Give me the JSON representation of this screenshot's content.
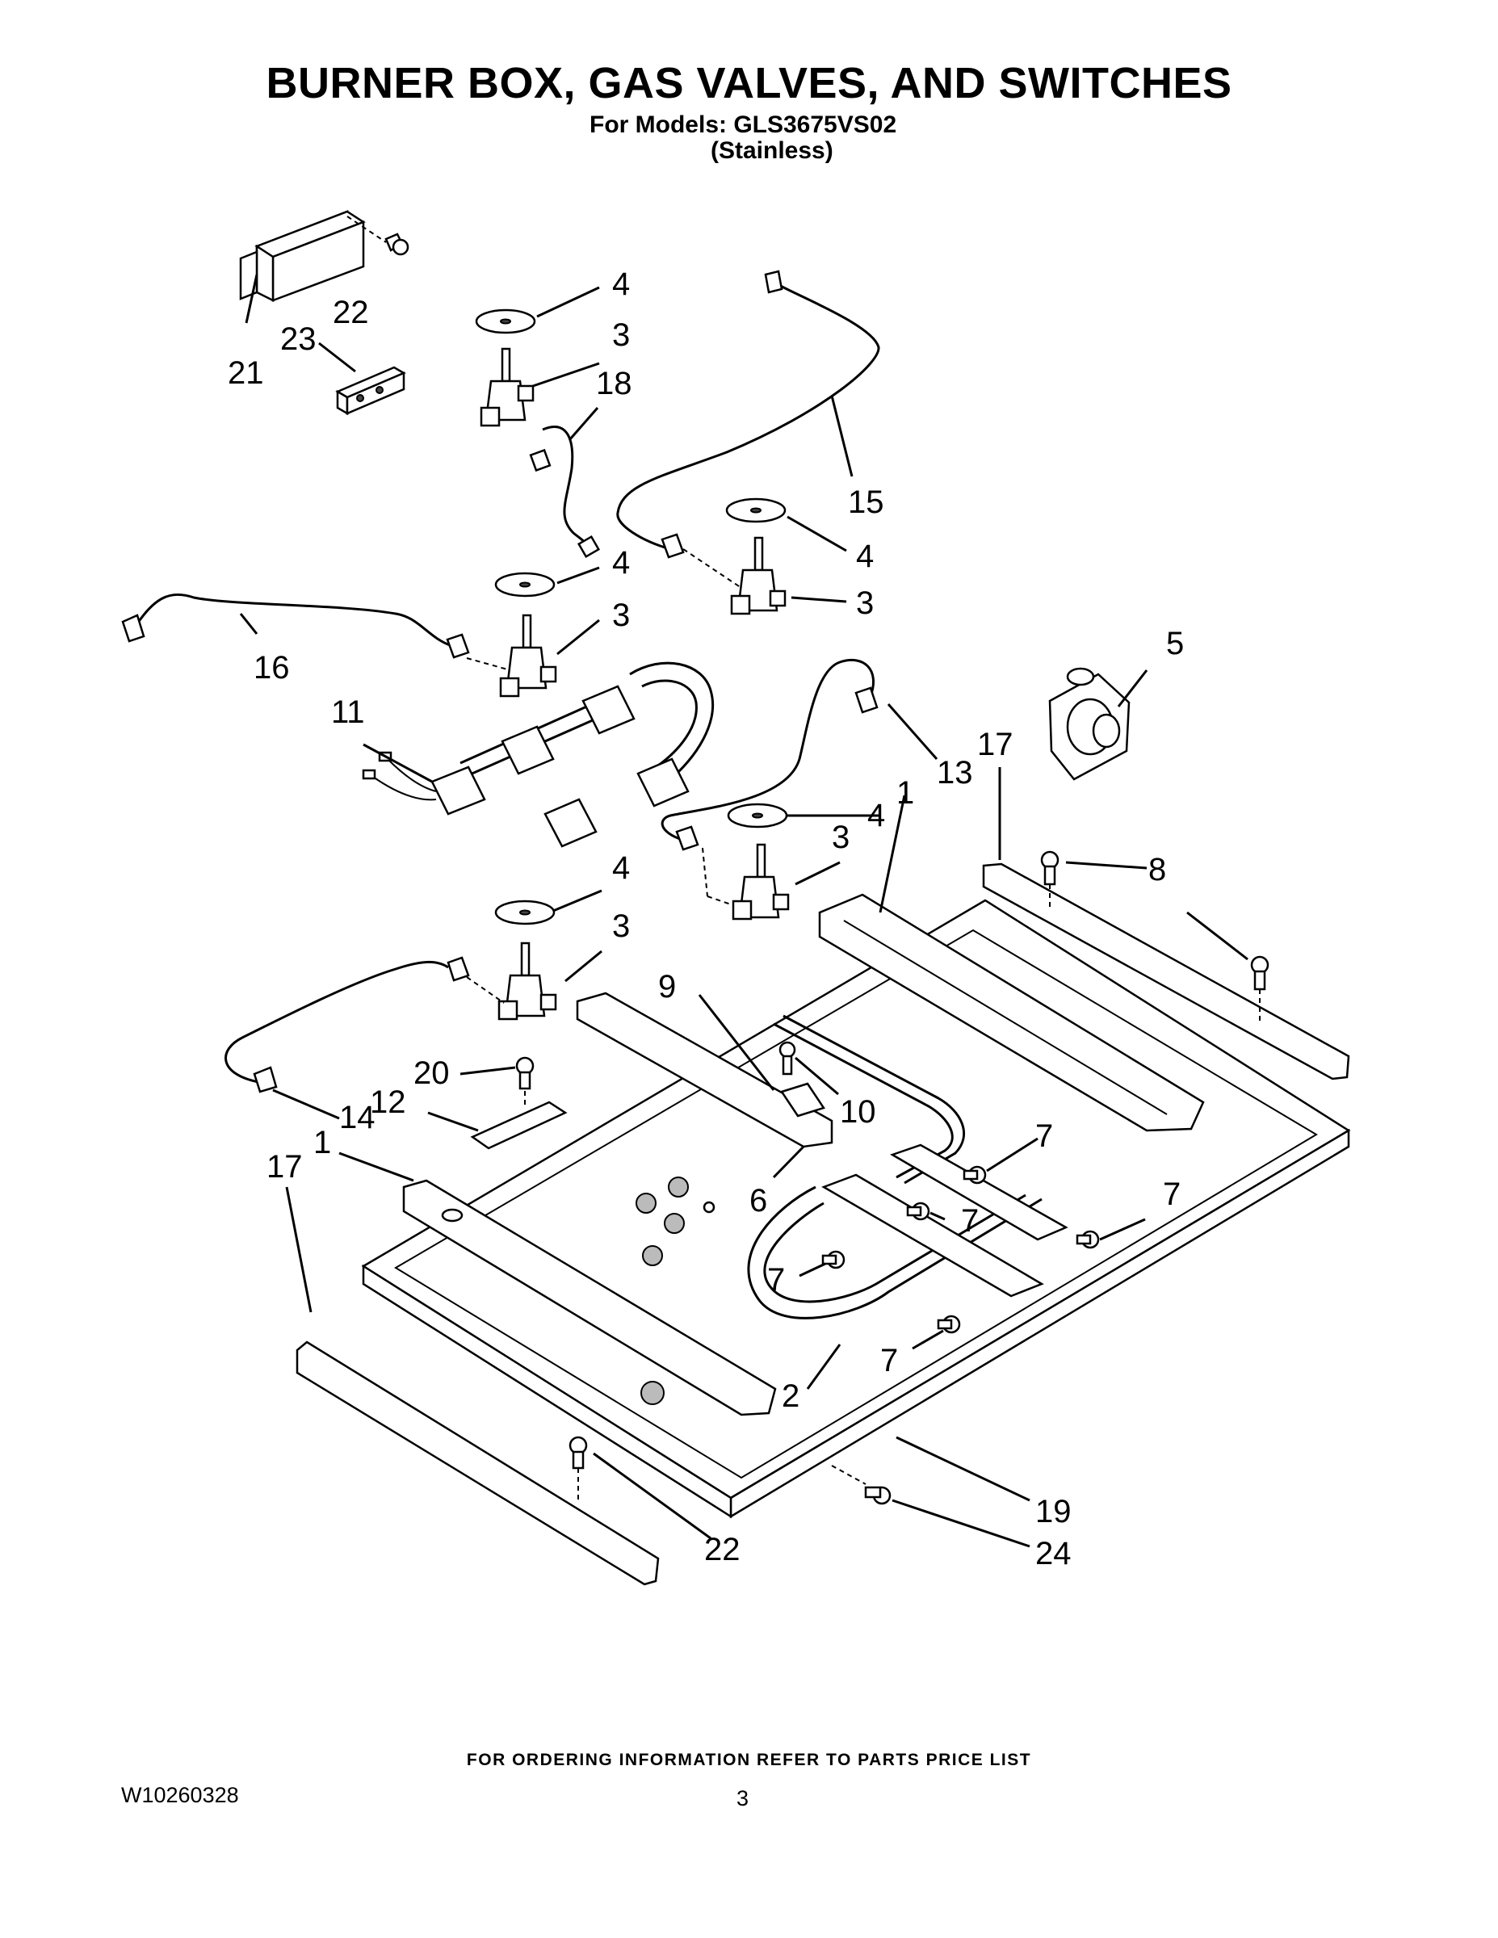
{
  "title": "BURNER BOX, GAS VALVES, AND SWITCHES",
  "models_line": "For Models: GLS3675VS02",
  "finish_line": "(Stainless)",
  "footer_note": "FOR ORDERING INFORMATION REFER TO PARTS PRICE LIST",
  "doc_number": "W10260328",
  "page_number": "3",
  "callouts": {
    "c21": "21",
    "c22a": "22",
    "c23": "23",
    "c4a": "4",
    "c3a": "3",
    "c18": "18",
    "c15": "15",
    "c4b": "4",
    "c3b": "3",
    "c4c": "4",
    "c3c": "3",
    "c16": "16",
    "c5": "5",
    "c11": "11",
    "c13": "13",
    "c17a": "17",
    "c1a": "1",
    "c4d": "4",
    "c3d": "3",
    "c8": "8",
    "c4e": "4",
    "c3e": "3",
    "c9": "9",
    "c20": "20",
    "c14": "14",
    "c12": "12",
    "c1b": "1",
    "c17b": "17",
    "c10": "10",
    "c6": "6",
    "c7a": "7",
    "c7b": "7",
    "c7c": "7",
    "c7d": "7",
    "c7e": "7",
    "c2": "2",
    "c19": "19",
    "c24": "24",
    "c22b": "22"
  }
}
